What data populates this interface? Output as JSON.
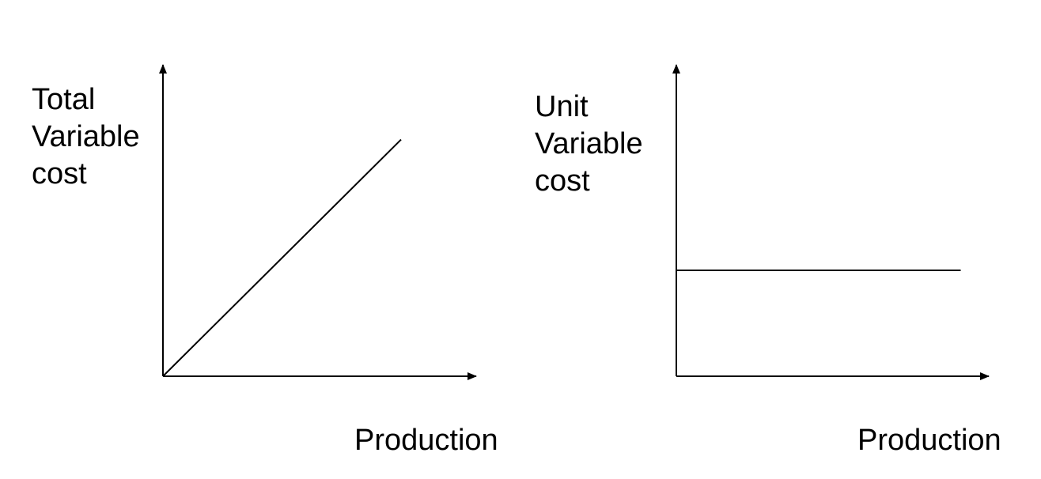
{
  "colors": {
    "background": "#ffffff",
    "ink": "#000000"
  },
  "chart_data": [
    {
      "type": "line",
      "ylabel": [
        "Total",
        "Variable",
        "cost"
      ],
      "xlabel": "Production",
      "axis_ticks": false,
      "grid": false,
      "xlim": [
        0,
        1
      ],
      "ylim": [
        0,
        1
      ],
      "series": [
        {
          "x": [
            0,
            0.76
          ],
          "y": [
            0,
            0.76
          ]
        }
      ]
    },
    {
      "type": "line",
      "ylabel": [
        "Unit",
        "Variable",
        "cost"
      ],
      "xlabel": "Production",
      "axis_ticks": false,
      "grid": false,
      "xlim": [
        0,
        1
      ],
      "ylim": [
        0,
        1
      ],
      "series": [
        {
          "x": [
            0,
            0.91
          ],
          "y": [
            0.34,
            0.34
          ]
        }
      ]
    }
  ]
}
